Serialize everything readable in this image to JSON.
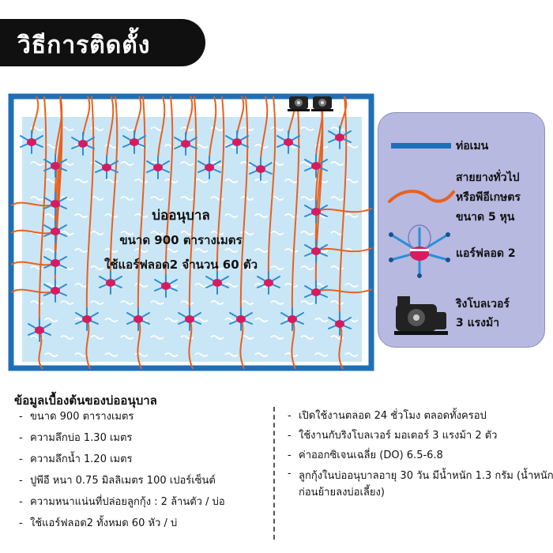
{
  "title": "วิธีการติดตั้ง",
  "pond": {
    "name": "บ่ออนุบาล",
    "size": "ขนาด 900 ตารางเมตร",
    "aerators": "ใช้แอร์ฟลอด2 จำนวน 60 ตัว"
  },
  "legend": {
    "main_pipe": "ท่อเมน",
    "hose": [
      "สายยางทั่วไป",
      "หรือพีอีเกษตร",
      "ขนาด 5 หุน"
    ],
    "aerator": "แอร์ฟลอด 2",
    "blower": [
      "ริงโบลเวอร์",
      "3 แรงม้า"
    ]
  },
  "info": {
    "heading": "ข้อมูลเบื้องต้นของบ่ออนุบาล",
    "left": [
      "ขนาด 900 ตารางเมตร",
      "ความลึกบ่อ 1.30 เมตร",
      "ความลึกน้ำ 1.20 เมตร",
      "ปูพีอี หนา 0.75 มิลลิเมตร 100 เปอร์เซ็นต์",
      "ความหนาแน่นที่ปล่อยลูกกุ้ง : 2 ล้านตัว / บ่อ",
      "ใช้แอร์ฟลอด2 ทั้งหมด 60 หัว / บ่"
    ],
    "right": [
      "เปิดใช้งานตลอด 24 ชั่วโมง ตลอดทั้งครอป",
      "ใช้งานกับริงโบลเวอร์  มอเตอร์ 3 แรงม้า 2 ตัว",
      "ค่าออกซิเจนเฉลี่ย (DO) 6.5-6.8",
      "ลูกกุ้งในบ่ออนุบาลอายุ 30 วัน มีน้ำหนัก 1.3 กรัม (น้ำหนักก่อนย้ายลงบ่อเลี้ยง)"
    ]
  },
  "colors": {
    "pipe": "#1f6fb8",
    "water": "#c9e6f6",
    "hose": "#e8611e",
    "aerator_arm": "#2a8fd6",
    "aerator_hub": "#d81b60",
    "legend_bg": "#b7b9e0",
    "title_bg": "#101010"
  },
  "icons": [
    "main-pipe-icon",
    "hose-icon",
    "aerator-icon",
    "ring-blower-icon",
    "wave-icon"
  ]
}
